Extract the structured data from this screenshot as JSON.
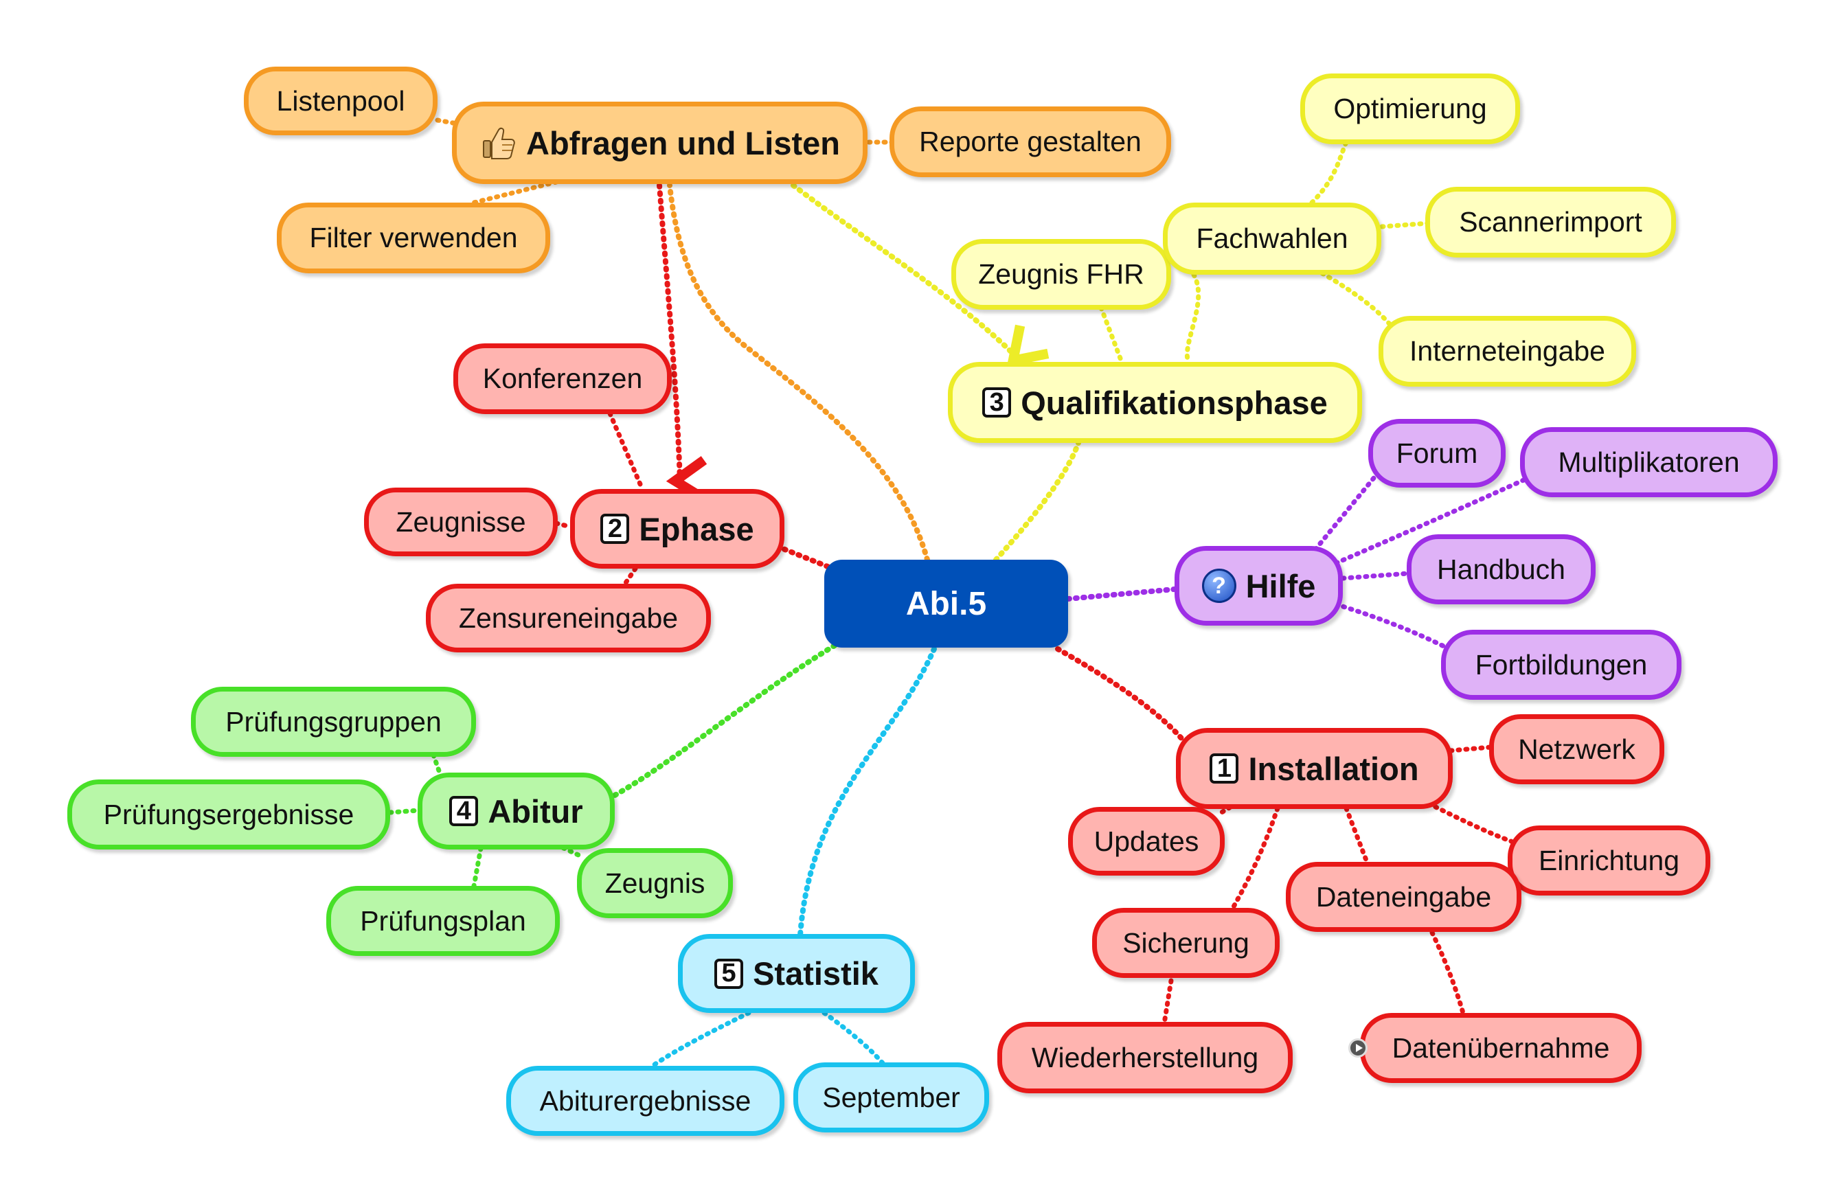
{
  "root": "Abi.5",
  "icons": {
    "abfragen": "thumbs-up-icon",
    "hilfe": "question-icon",
    "datenuebernahme": "play-icon"
  },
  "colors": {
    "orange": "#f59a23",
    "red": "#e81818",
    "yellow": "#ecec28",
    "purple": "#9d2ee6",
    "green": "#48e028",
    "cyan": "#19c2ee",
    "root": "#0050b8"
  },
  "branches": {
    "abfragen": {
      "label": "Abfragen und Listen",
      "children": [
        "Listenpool",
        "Reporte gestalten",
        "Filter verwenden"
      ]
    },
    "ephase": {
      "number": "2",
      "label": "Ephase",
      "children": [
        "Konferenzen",
        "Zeugnisse",
        "Zensureneingabe"
      ]
    },
    "qualifikation": {
      "number": "3",
      "label": "Qualifikationsphase",
      "children": [
        "Zeugnis FHR",
        "Fachwahlen",
        "Optimierung",
        "Scannerimport",
        "Interneteingabe"
      ]
    },
    "hilfe": {
      "label": "Hilfe",
      "children": [
        "Forum",
        "Multiplikatoren",
        "Handbuch",
        "Fortbildungen"
      ]
    },
    "installation": {
      "number": "1",
      "label": "Installation",
      "children": [
        "Netzwerk",
        "Updates",
        "Einrichtung",
        "Dateneingabe",
        "Sicherung",
        "Wiederherstellung",
        "Datenübernahme"
      ]
    },
    "abitur": {
      "number": "4",
      "label": "Abitur",
      "children": [
        "Prüfungsgruppen",
        "Prüfungsergebnisse",
        "Zeugnis",
        "Prüfungsplan"
      ]
    },
    "statistik": {
      "number": "5",
      "label": "Statistik",
      "children": [
        "Abiturergebnisse",
        "September"
      ]
    }
  }
}
